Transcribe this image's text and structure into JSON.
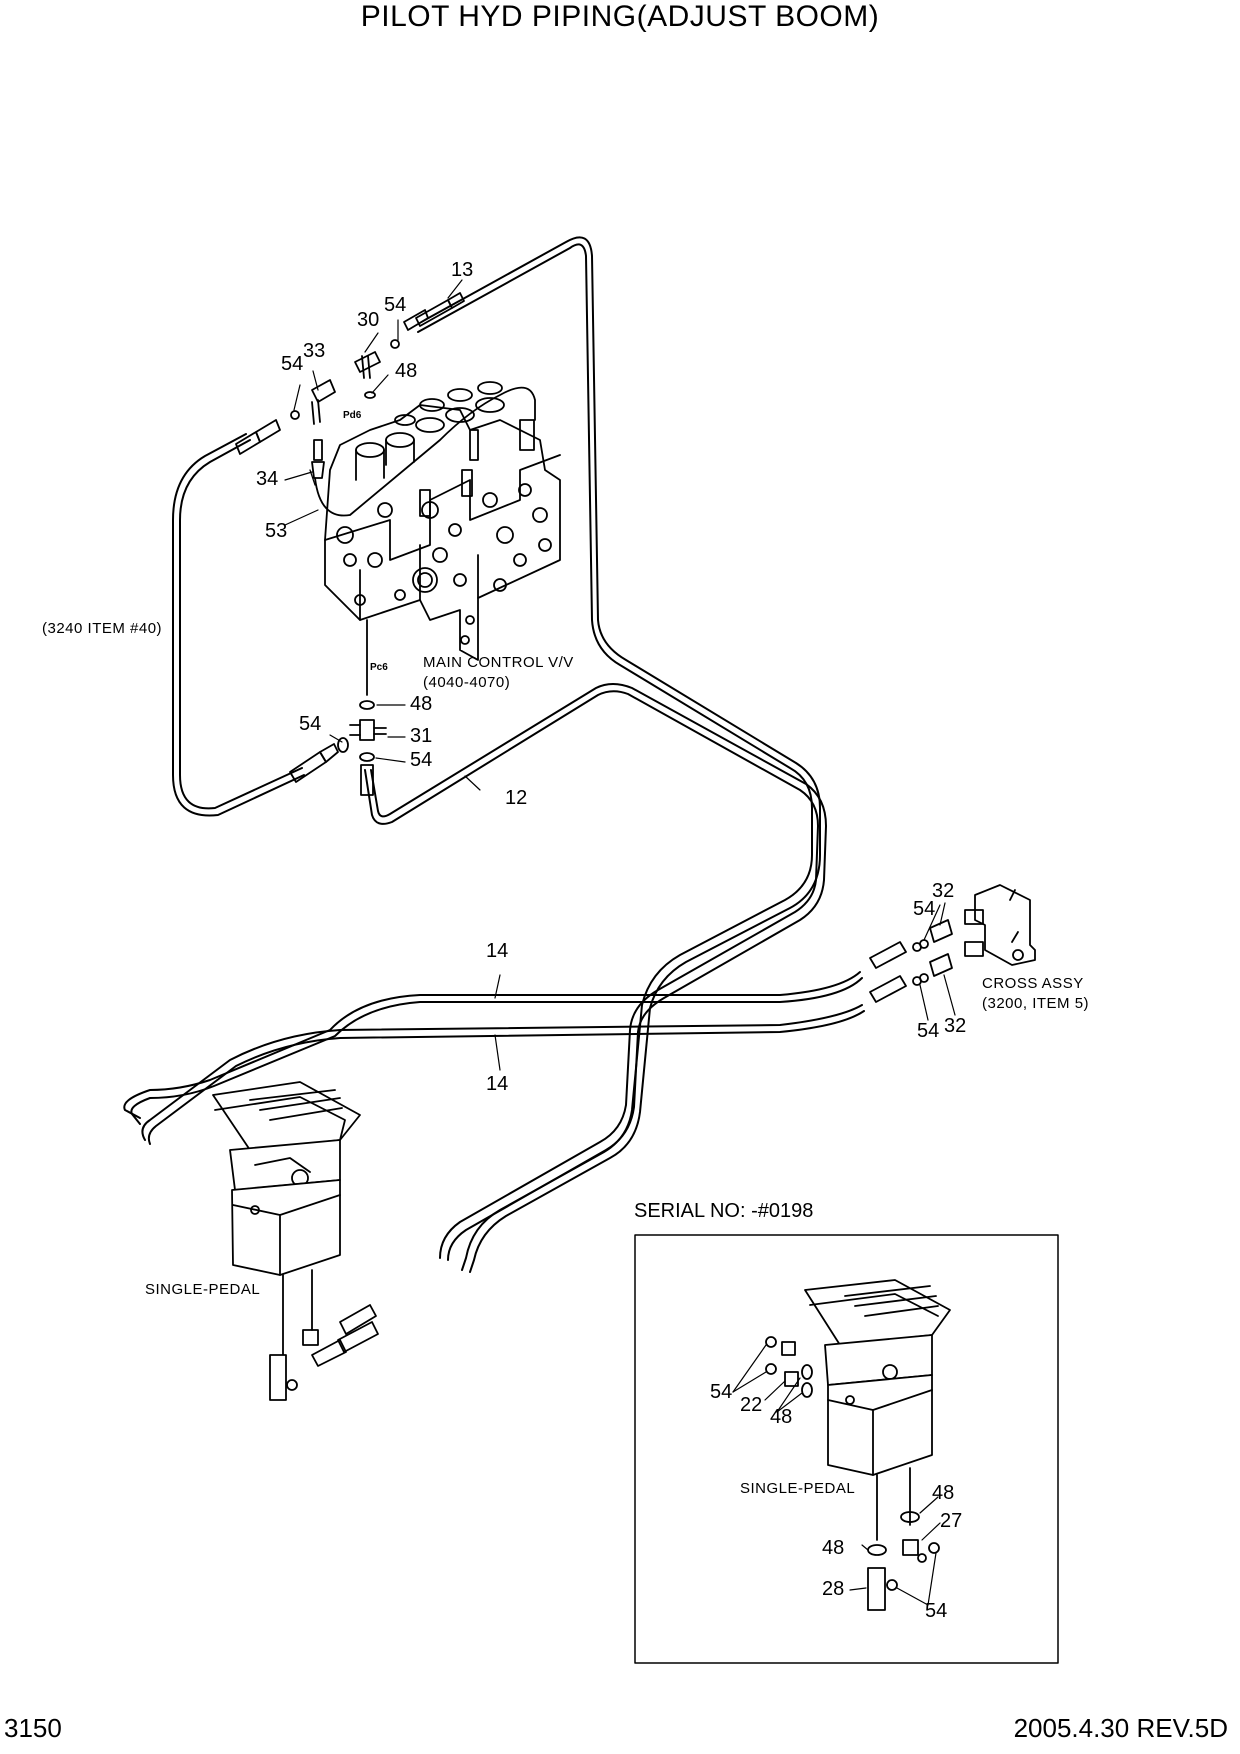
{
  "title": "PILOT HYD PIPING(ADJUST BOOM)",
  "page_number": "3150",
  "revision": "2005.4.30  REV.5D",
  "serial_label": "SERIAL NO: -#0198",
  "notes": {
    "ref_3240": "(3240 ITEM #40)",
    "main_cv": "MAIN CONTROL V/V",
    "main_cv_range": "(4040-4070)",
    "cross_assy": "CROSS ASSY",
    "cross_assy_ref": "(3200, ITEM 5)",
    "single_pedal_main": "SINGLE-PEDAL",
    "single_pedal_inset": "SINGLE-PEDAL"
  },
  "ports": {
    "pd6": "Pd6",
    "pc6": "Pc6"
  },
  "callouts": [
    {
      "id": "c-13",
      "text": "13"
    },
    {
      "id": "c-30",
      "text": "30"
    },
    {
      "id": "c-54a",
      "text": "54"
    },
    {
      "id": "c-54b",
      "text": "54"
    },
    {
      "id": "c-33",
      "text": "33"
    },
    {
      "id": "c-48a",
      "text": "48"
    },
    {
      "id": "c-34",
      "text": "34"
    },
    {
      "id": "c-53",
      "text": "53"
    },
    {
      "id": "c-48b",
      "text": "48"
    },
    {
      "id": "c-54c",
      "text": "54"
    },
    {
      "id": "c-31",
      "text": "31"
    },
    {
      "id": "c-54d",
      "text": "54"
    },
    {
      "id": "c-12",
      "text": "12"
    },
    {
      "id": "c-32a",
      "text": "32"
    },
    {
      "id": "c-54e",
      "text": "54"
    },
    {
      "id": "c-14a",
      "text": "14"
    },
    {
      "id": "c-14b",
      "text": "14"
    },
    {
      "id": "c-54f",
      "text": "54"
    },
    {
      "id": "c-32b",
      "text": "32"
    },
    {
      "id": "c-54g",
      "text": "54"
    },
    {
      "id": "c-22",
      "text": "22"
    },
    {
      "id": "c-48c",
      "text": "48"
    },
    {
      "id": "c-48d",
      "text": "48"
    },
    {
      "id": "c-27",
      "text": "27"
    },
    {
      "id": "c-48e",
      "text": "48"
    },
    {
      "id": "c-28",
      "text": "28"
    },
    {
      "id": "c-54h",
      "text": "54"
    }
  ]
}
